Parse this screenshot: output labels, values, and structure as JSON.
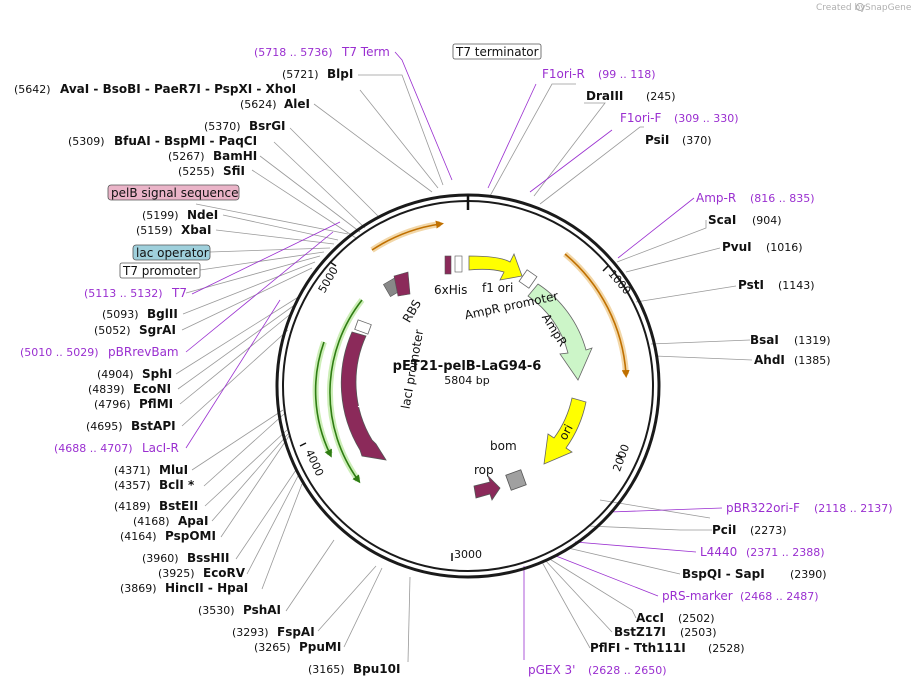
{
  "credit": {
    "prefix": "Created by",
    "brand": "SnapGene"
  },
  "map": {
    "name": "pET21-pelB-LaG94-6",
    "size": "5804 bp",
    "ticks": [
      "1000",
      "2000",
      "3000",
      "4000",
      "5000"
    ]
  },
  "features": {
    "rbs": "RBS",
    "his": "6xHis",
    "f1ori": "f1 ori",
    "ampr_promoter": "AmpR promoter",
    "ampr": "AmpR",
    "ori": "ori",
    "bom": "bom",
    "rop": "rop",
    "laci": "lacI",
    "laci_promoter": "lacI promoter"
  },
  "boxed_features": [
    {
      "label": "T7 terminator",
      "color": "#ffffff"
    },
    {
      "label": "pelB signal sequence",
      "color": "#eab4c8"
    },
    {
      "label": "lac operator",
      "color": "#9fd0dc"
    },
    {
      "label": "T7 promoter",
      "color": "#ffffff"
    }
  ],
  "sites_left": [
    {
      "pos": "(5721)",
      "name": "BlpI"
    },
    {
      "pos": "(5642)",
      "name": "AvaI - BsoBI - PaeR7I - PspXI - XhoI"
    },
    {
      "pos": "(5624)",
      "name": "AleI"
    },
    {
      "pos": "(5370)",
      "name": "BsrGI"
    },
    {
      "pos": "(5309)",
      "name": "BfuAI - BspMI - PaqCI"
    },
    {
      "pos": "(5267)",
      "name": "BamHI"
    },
    {
      "pos": "(5255)",
      "name": "SfiI"
    },
    {
      "pos": "(5199)",
      "name": "NdeI"
    },
    {
      "pos": "(5159)",
      "name": "XbaI"
    },
    {
      "pos": "(5093)",
      "name": "BglII"
    },
    {
      "pos": "(5052)",
      "name": "SgrAI"
    },
    {
      "pos": "(4904)",
      "name": "SphI"
    },
    {
      "pos": "(4839)",
      "name": "EcoNI"
    },
    {
      "pos": "(4796)",
      "name": "PflMI"
    },
    {
      "pos": "(4695)",
      "name": "BstAPI"
    },
    {
      "pos": "(4371)",
      "name": "MluI"
    },
    {
      "pos": "(4357)",
      "name": "BclI *"
    },
    {
      "pos": "(4189)",
      "name": "BstEII"
    },
    {
      "pos": "(4168)",
      "name": "ApaI"
    },
    {
      "pos": "(4164)",
      "name": "PspOMI"
    },
    {
      "pos": "(3960)",
      "name": "BssHII"
    },
    {
      "pos": "(3925)",
      "name": "EcoRV"
    },
    {
      "pos": "(3869)",
      "name": "HincII - HpaI"
    },
    {
      "pos": "(3530)",
      "name": "PshAI"
    },
    {
      "pos": "(3293)",
      "name": "FspAI"
    },
    {
      "pos": "(3265)",
      "name": "PpuMI"
    },
    {
      "pos": "(3165)",
      "name": "Bpu10I"
    }
  ],
  "primers_left": [
    {
      "range": "(5718 .. 5736)",
      "name": "T7 Term"
    },
    {
      "range": "(5113 .. 5132)",
      "name": "T7"
    },
    {
      "range": "(5010 .. 5029)",
      "name": "pBRrevBam"
    },
    {
      "range": "(4688 .. 4707)",
      "name": "LacI-R"
    }
  ],
  "sites_right": [
    {
      "name": "DraIII",
      "pos": "(245)"
    },
    {
      "name": "PsiI",
      "pos": "(370)"
    },
    {
      "name": "ScaI",
      "pos": "(904)"
    },
    {
      "name": "PvuI",
      "pos": "(1016)"
    },
    {
      "name": "PstI",
      "pos": "(1143)"
    },
    {
      "name": "BsaI",
      "pos": "(1319)"
    },
    {
      "name": "AhdI",
      "pos": "(1385)"
    },
    {
      "name": "PciI",
      "pos": "(2273)"
    },
    {
      "name": "BspQI - SapI",
      "pos": "(2390)"
    },
    {
      "name": "AccI",
      "pos": "(2502)"
    },
    {
      "name": "BstZ17I",
      "pos": "(2503)"
    },
    {
      "name": "PflFI - Tth111I",
      "pos": "(2528)"
    }
  ],
  "primers_right": [
    {
      "name": "F1ori-R",
      "range": "(99 .. 118)"
    },
    {
      "name": "F1ori-F",
      "range": "(309 .. 330)"
    },
    {
      "name": "Amp-R",
      "range": "(816 .. 835)"
    },
    {
      "name": "pBR322ori-F",
      "range": "(2118 .. 2137)"
    },
    {
      "name": "L4440",
      "range": "(2371 .. 2388)"
    },
    {
      "name": "pRS-marker",
      "range": "(2468 .. 2487)"
    },
    {
      "name": "pGEX 3'",
      "range": "(2628 .. 2650)"
    }
  ],
  "colors": {
    "primer": "#9a2fd0",
    "ampr": "#ccf5c8",
    "f1ori": "#ffff00",
    "ori": "#ffff00",
    "laci": "#8b2a5a",
    "rop": "#8b2a5a",
    "bom": "#a0a0a0",
    "orf": "#e0a040",
    "orf_green": "#3a8a1a"
  }
}
